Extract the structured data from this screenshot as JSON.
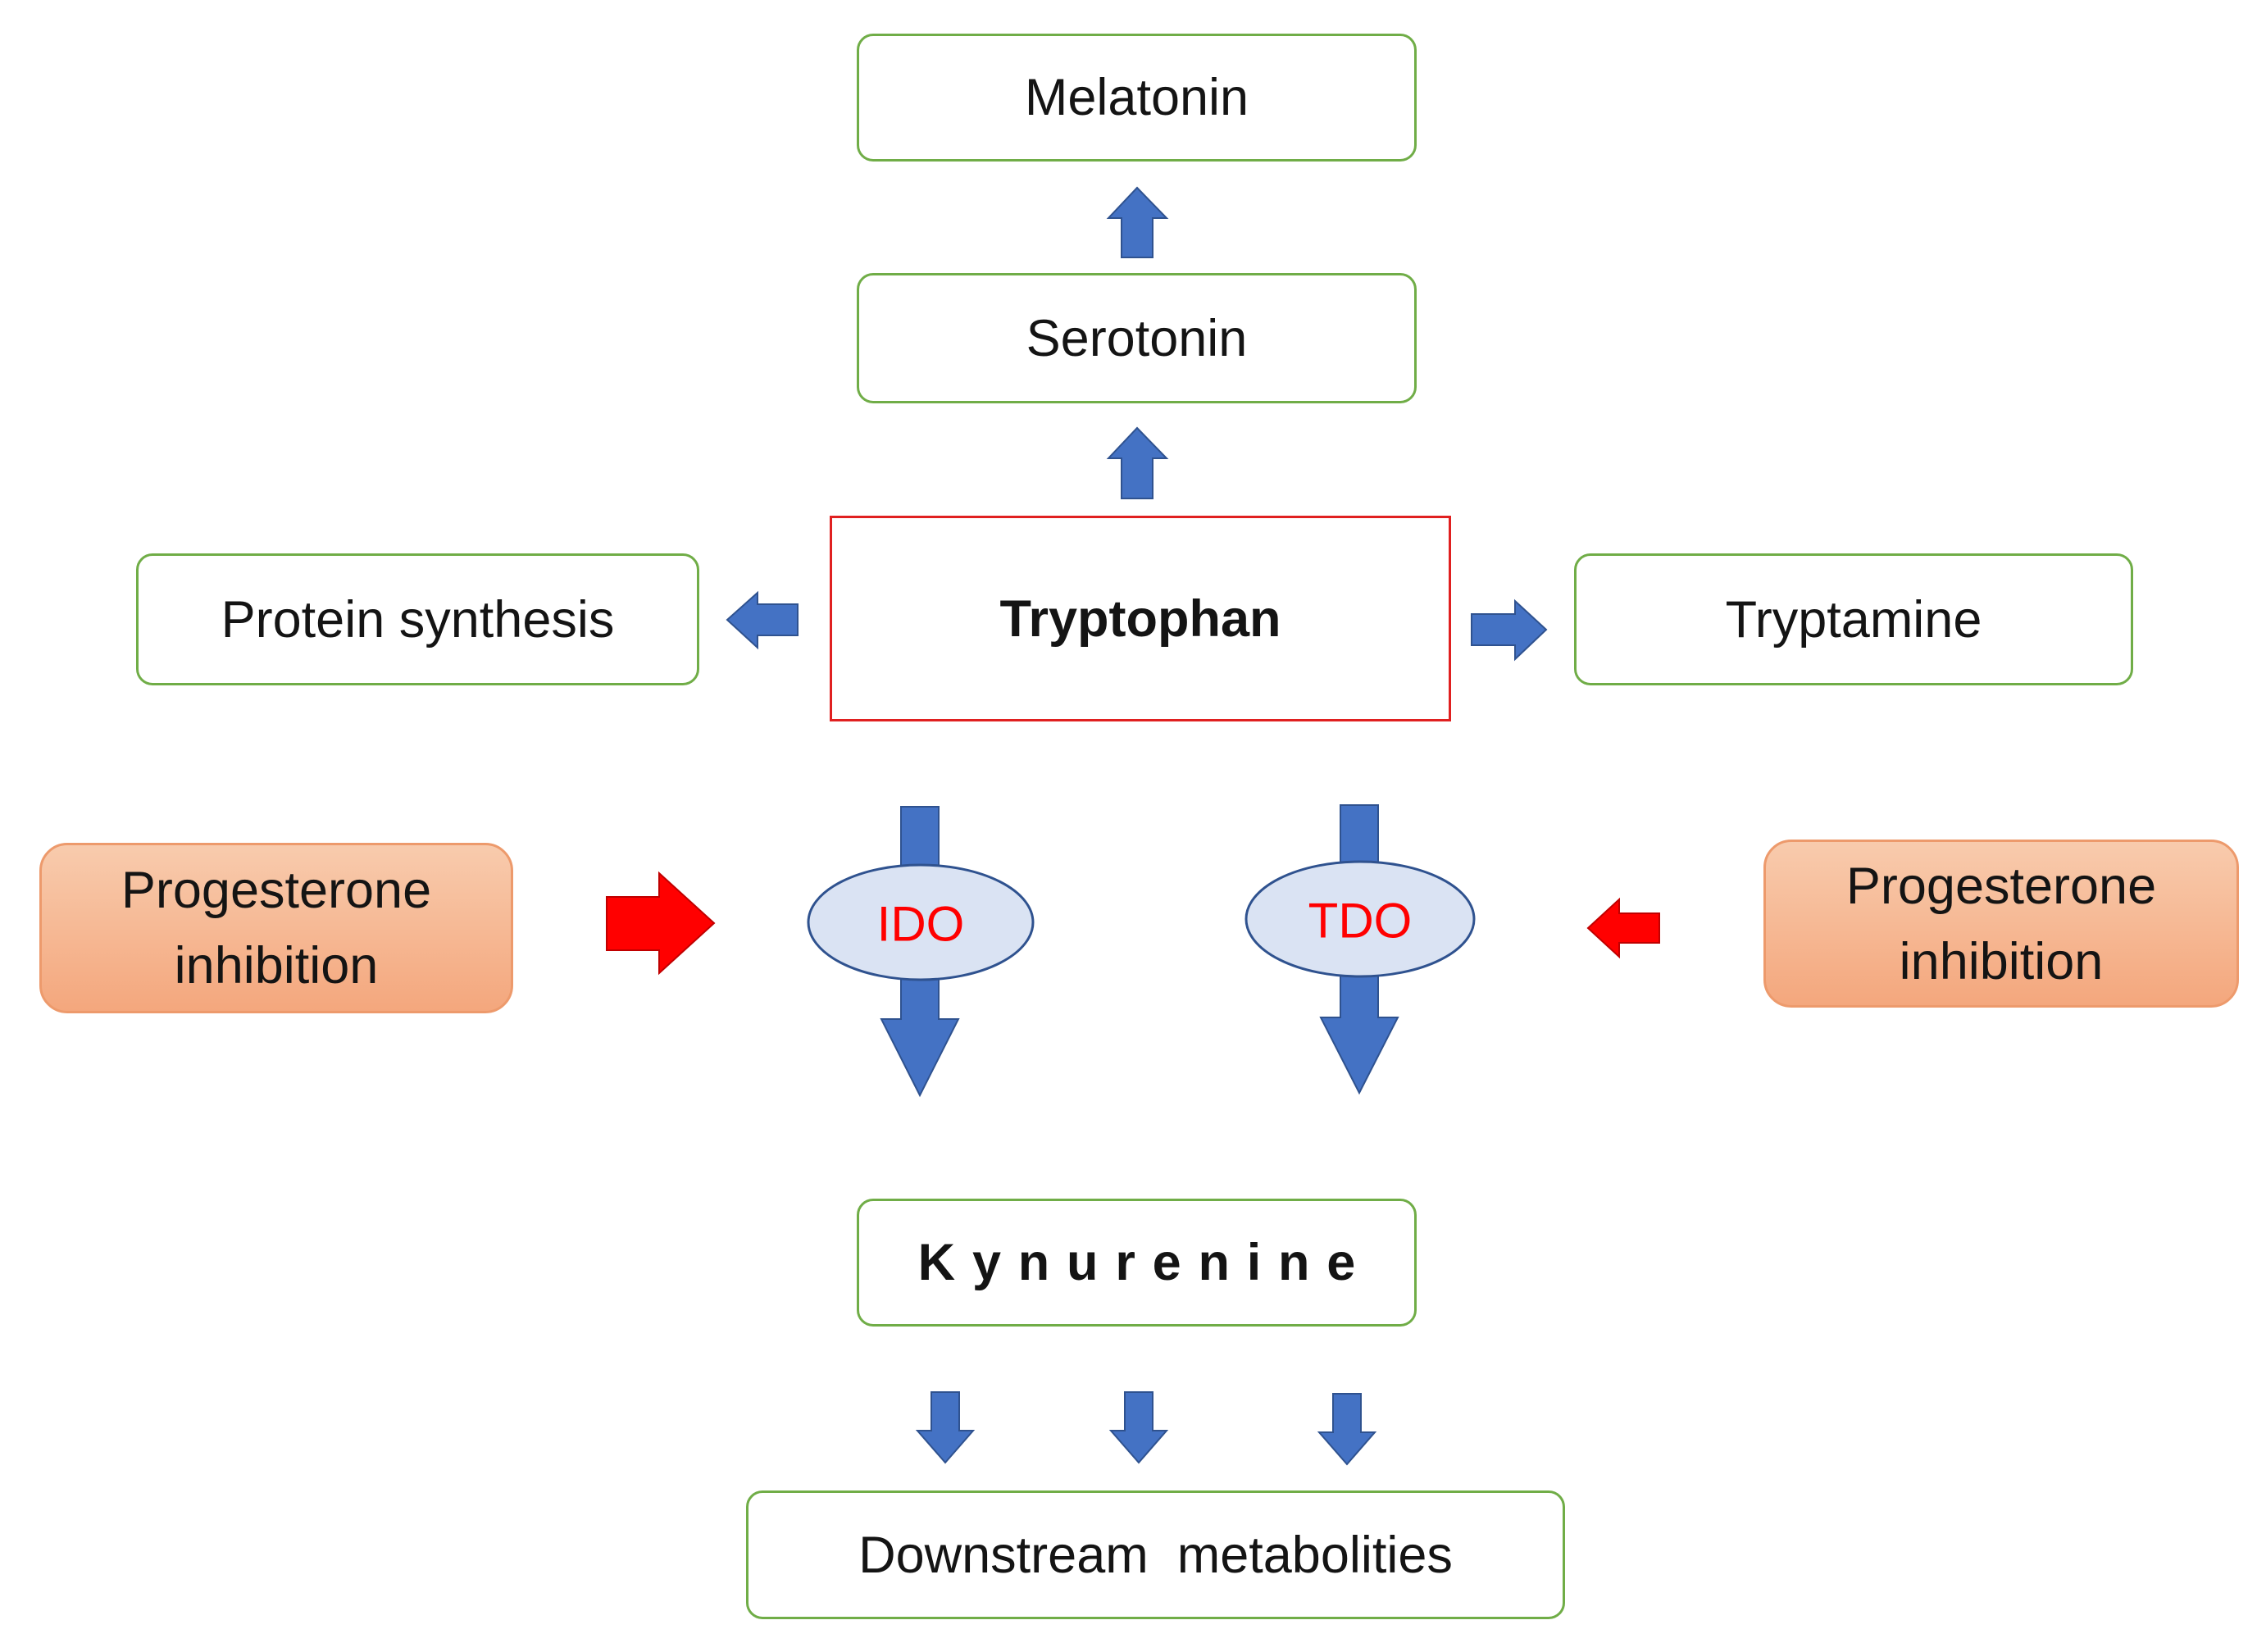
{
  "nodes": {
    "melatonin": "Melatonin",
    "serotonin": "Serotonin",
    "tryptophan": "Tryptophan",
    "protein_synthesis": "Protein synthesis",
    "tryptamine": "Tryptamine",
    "kynurenine": "Kynurenine",
    "downstream": "Downstream  metabolities"
  },
  "enzymes": {
    "ido": "IDO",
    "tdo": "TDO"
  },
  "inhibitors": {
    "left": [
      "Progesterone",
      "inhibition"
    ],
    "right": [
      "Progesterone",
      "inhibition"
    ]
  },
  "colors": {
    "arrow_blue": "#4472c4",
    "arrow_red": "#ff0000",
    "box_border_green": "#70ad47",
    "tryptophan_border": "#e02020",
    "enzyme_fill": "#dae3f3",
    "enzyme_text": "#ff0000",
    "inhibitor_fill": "#f4b183"
  }
}
